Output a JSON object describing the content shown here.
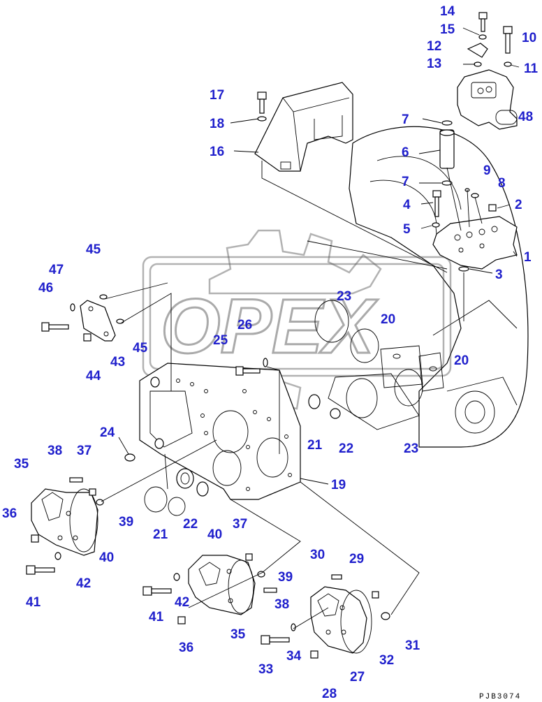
{
  "watermark": "OPEX",
  "drawing_code": "PJB3074",
  "callouts": {
    "c1": "1",
    "c2": "2",
    "c3": "3",
    "c4": "4",
    "c5": "5",
    "c6": "6",
    "c7a": "7",
    "c7b": "7",
    "c8": "8",
    "c9": "9",
    "c10": "10",
    "c11": "11",
    "c12": "12",
    "c13": "13",
    "c14": "14",
    "c15": "15",
    "c16": "16",
    "c17": "17",
    "c18": "18",
    "c19": "19",
    "c20a": "20",
    "c20b": "20",
    "c21a": "21",
    "c21b": "21",
    "c22a": "22",
    "c22b": "22",
    "c23a": "23",
    "c23b": "23",
    "c24": "24",
    "c25": "25",
    "c26": "26",
    "c27": "27",
    "c28": "28",
    "c29": "29",
    "c30": "30",
    "c31": "31",
    "c32": "32",
    "c33": "33",
    "c34": "34",
    "c35a": "35",
    "c35b": "35",
    "c36a": "36",
    "c36b": "36",
    "c37a": "37",
    "c37b": "37",
    "c38a": "38",
    "c38b": "38",
    "c39a": "39",
    "c39b": "39",
    "c40a": "40",
    "c40b": "40",
    "c41a": "41",
    "c41b": "41",
    "c42a": "42",
    "c42b": "42",
    "c43": "43",
    "c44": "44",
    "c45a": "45",
    "c45b": "45",
    "c46": "46",
    "c47": "47",
    "c48": "48"
  }
}
